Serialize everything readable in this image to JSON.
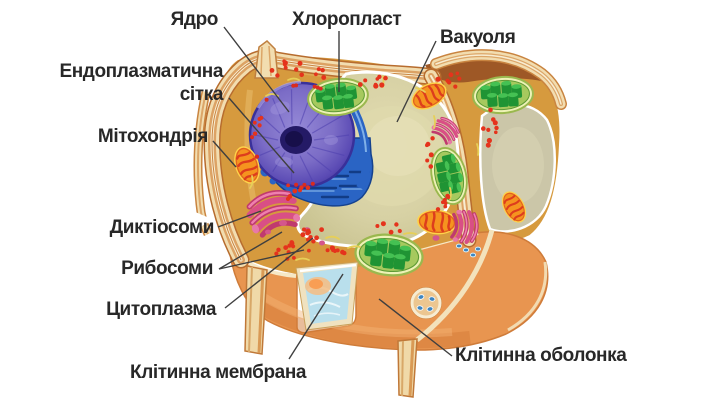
{
  "diagram": {
    "labels": {
      "nucleus": "Ядро",
      "chloroplast": "Хлоропласт",
      "vacuole": "Вакуоля",
      "endoplasmic_reticulum": "Ендоплазматична\nсітка",
      "mitochondrion": "Мітохондрія",
      "dictyosomes": "Диктіосоми",
      "ribosomes": "Рибосоми",
      "cytoplasm": "Цитоплазма",
      "cell_membrane": "Клітинна мембрана",
      "cell_wall": "Клітинна оболонка"
    },
    "colors": {
      "cell_wall": "#e89550",
      "wall_cream": "#f2ddb0",
      "cytoplasm": "#d69a3e",
      "vacuole": "#cfc99c",
      "nucleus": "#6a5bbd",
      "nucleolus": "#241a66",
      "endoplasmic_reticulum": "#2a64c4",
      "chloroplast": "#1f9434",
      "mitochondrion": "#f5941f",
      "dictyosome": "#d94f85",
      "ribosome": "#e5331c",
      "membrane_cut": "#b9dfec",
      "leader_line": "#3f3f3f",
      "label_text": "#282828"
    }
  }
}
